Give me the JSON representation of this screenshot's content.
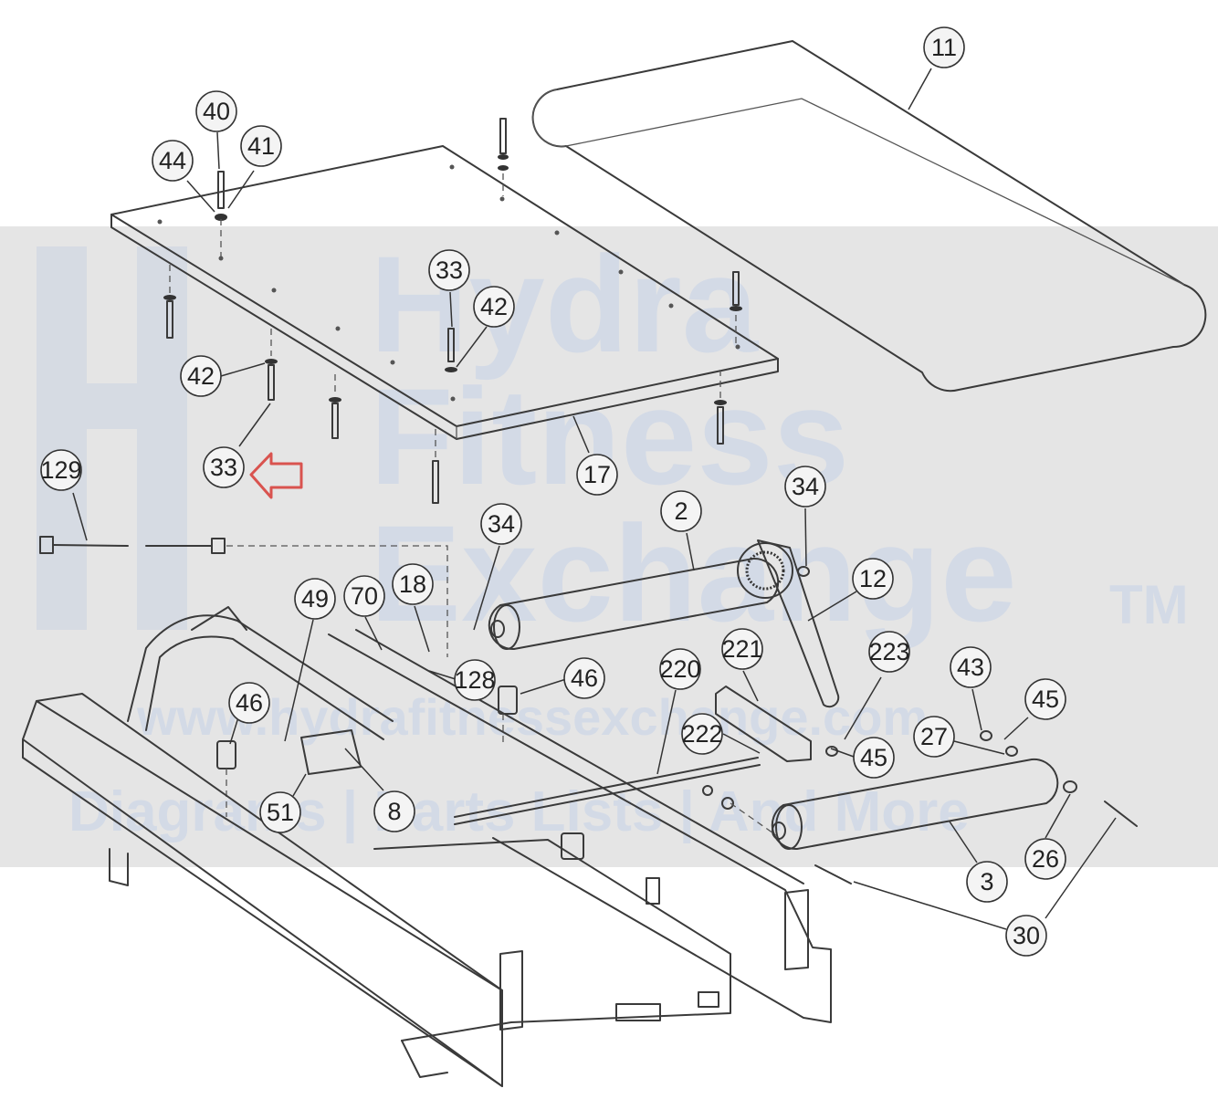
{
  "watermark": {
    "line1": "Hydra",
    "line2": "Fitness",
    "line3": "Exchange",
    "trademark": "TM",
    "url": "www.hydrafitnessexchange.com",
    "tagline": "Diagrams | Parts Lists | And More",
    "band_color": "#e5e5e5",
    "text_color": "#d3dae6",
    "arrow_color": "#d9534f"
  },
  "callouts": [
    {
      "id": "11",
      "label": "11"
    },
    {
      "id": "40",
      "label": "40"
    },
    {
      "id": "44",
      "label": "44"
    },
    {
      "id": "41",
      "label": "41"
    },
    {
      "id": "33a",
      "label": "33"
    },
    {
      "id": "42a",
      "label": "42"
    },
    {
      "id": "42b",
      "label": "42"
    },
    {
      "id": "33b",
      "label": "33"
    },
    {
      "id": "129",
      "label": "129"
    },
    {
      "id": "17",
      "label": "17"
    },
    {
      "id": "34a",
      "label": "34"
    },
    {
      "id": "2",
      "label": "2"
    },
    {
      "id": "34b",
      "label": "34"
    },
    {
      "id": "12",
      "label": "12"
    },
    {
      "id": "49",
      "label": "49"
    },
    {
      "id": "70",
      "label": "70"
    },
    {
      "id": "18",
      "label": "18"
    },
    {
      "id": "128",
      "label": "128"
    },
    {
      "id": "46a",
      "label": "46"
    },
    {
      "id": "220",
      "label": "220"
    },
    {
      "id": "221",
      "label": "221"
    },
    {
      "id": "223",
      "label": "223"
    },
    {
      "id": "43",
      "label": "43"
    },
    {
      "id": "45a",
      "label": "45"
    },
    {
      "id": "46b",
      "label": "46"
    },
    {
      "id": "222",
      "label": "222"
    },
    {
      "id": "45b",
      "label": "45"
    },
    {
      "id": "27",
      "label": "27"
    },
    {
      "id": "51",
      "label": "51"
    },
    {
      "id": "8",
      "label": "8"
    },
    {
      "id": "26",
      "label": "26"
    },
    {
      "id": "3",
      "label": "3"
    },
    {
      "id": "30",
      "label": "30"
    }
  ]
}
